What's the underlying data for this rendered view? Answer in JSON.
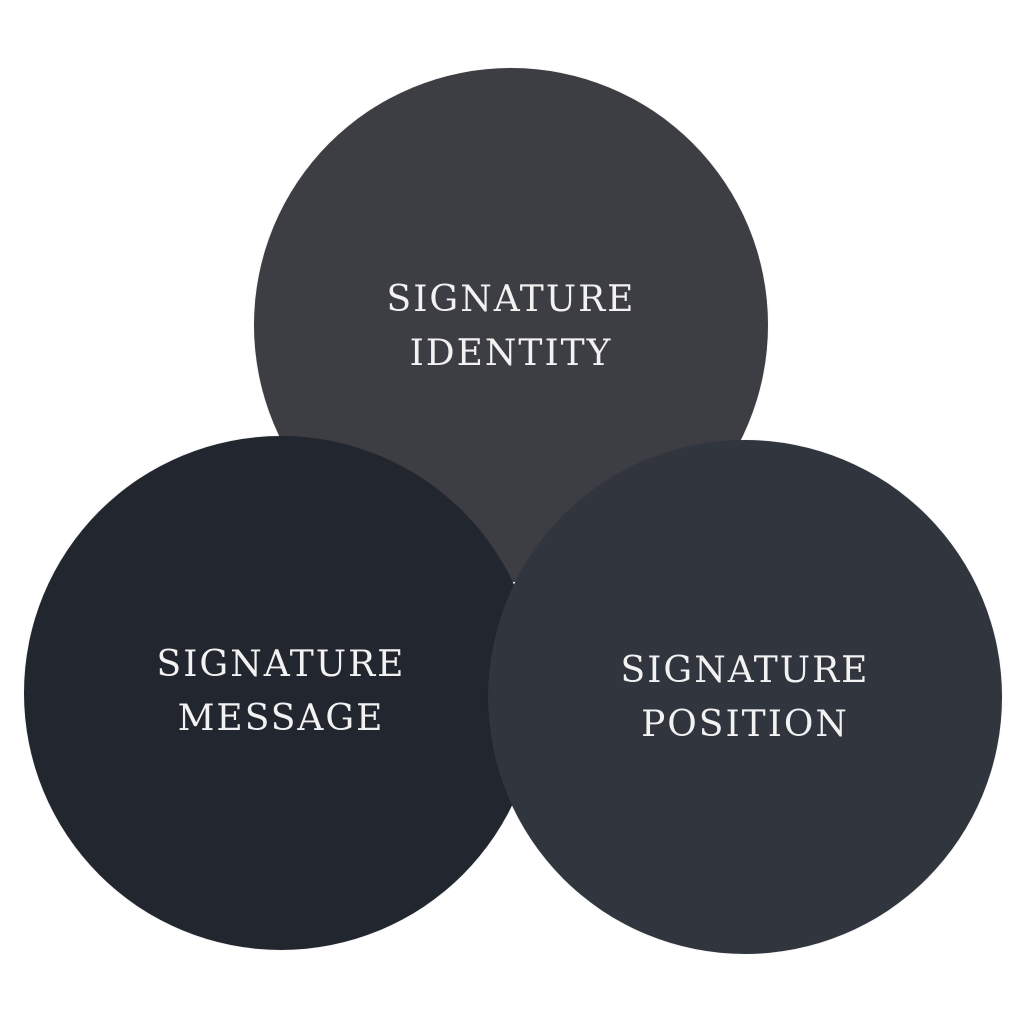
{
  "diagram": {
    "circles": [
      {
        "line1": "SIGNATURE",
        "line2": "IDENTITY",
        "color": "#3d3e44"
      },
      {
        "line1": "SIGNATURE",
        "line2": "MESSAGE",
        "color": "#22262f"
      },
      {
        "line1": "SIGNATURE",
        "line2": "POSITION",
        "color": "#30353e"
      }
    ],
    "text_color": "#f2f2f2",
    "background": "#ffffff"
  }
}
